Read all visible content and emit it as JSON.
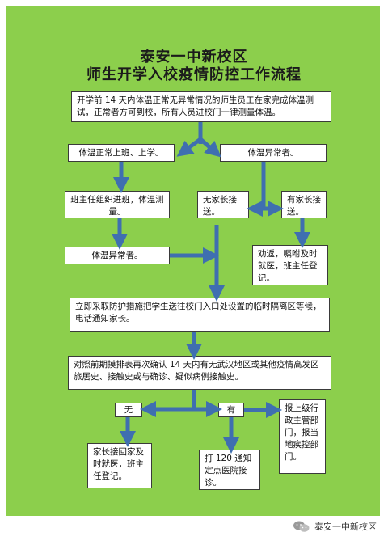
{
  "title": {
    "line1": "泰安一中新校区",
    "line2": "师生开学入校疫情防控工作流程"
  },
  "boxes": {
    "start": "开学前 14 天内体温正常无异常情况的师生员工在家完成体温测试，正常者方可到校，所有人员进校门一律测量体温。",
    "temp_normal": "体温正常上班、上学。",
    "temp_abnormal": "体温异常者。",
    "class_teacher": "班主任组织进班，体温测量。",
    "no_parent": "无家长接送。",
    "has_parent": "有家长接送。",
    "abnormal2": "体温异常者。",
    "persuade": "劝返，嘱咐及时就医，班主任登记。",
    "isolate": "立即采取防护措施把学生送往校门入口处设置的临时隔离区等候，电话通知家长。",
    "check": "对照前期摸排表再次确认 14 天内有无武汉地区或其他疫情高发区旅居史、接触史或与确诊、疑似病例接触史。",
    "none": "无",
    "has": "有",
    "report": "报上级行政主管部门，报当地疾控部门。",
    "parent_pickup": "家长接回家及时就医，班主任登记。",
    "call_120": "打 120 通知定点医院接诊。"
  },
  "footer": {
    "account": "泰安一中新校区",
    "icon": "wechat-icon"
  },
  "colors": {
    "background": "#8ccf4c",
    "arrow": "#3f6fb0"
  }
}
